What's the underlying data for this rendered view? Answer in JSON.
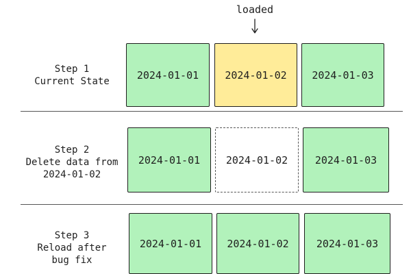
{
  "annotation": {
    "label": "loaded"
  },
  "colors": {
    "loaded": "#b2f2bb",
    "reloading": "#ffec99",
    "deleted": "#ffffff",
    "stroke": "#1e1e1e"
  },
  "steps": [
    {
      "title": "Step 1",
      "description": [
        "Current State"
      ],
      "partitions": [
        {
          "date": "2024-01-01",
          "state": "loaded"
        },
        {
          "date": "2024-01-02",
          "state": "reloading"
        },
        {
          "date": "2024-01-03",
          "state": "loaded"
        }
      ]
    },
    {
      "title": "Step 2",
      "description": [
        "Delete data from",
        "2024-01-02"
      ],
      "partitions": [
        {
          "date": "2024-01-01",
          "state": "loaded"
        },
        {
          "date": "2024-01-02",
          "state": "deleted"
        },
        {
          "date": "2024-01-03",
          "state": "loaded"
        }
      ]
    },
    {
      "title": "Step 3",
      "description": [
        "Reload after",
        "bug fix"
      ],
      "partitions": [
        {
          "date": "2024-01-01",
          "state": "loaded"
        },
        {
          "date": "2024-01-02",
          "state": "loaded"
        },
        {
          "date": "2024-01-03",
          "state": "loaded"
        }
      ]
    }
  ]
}
